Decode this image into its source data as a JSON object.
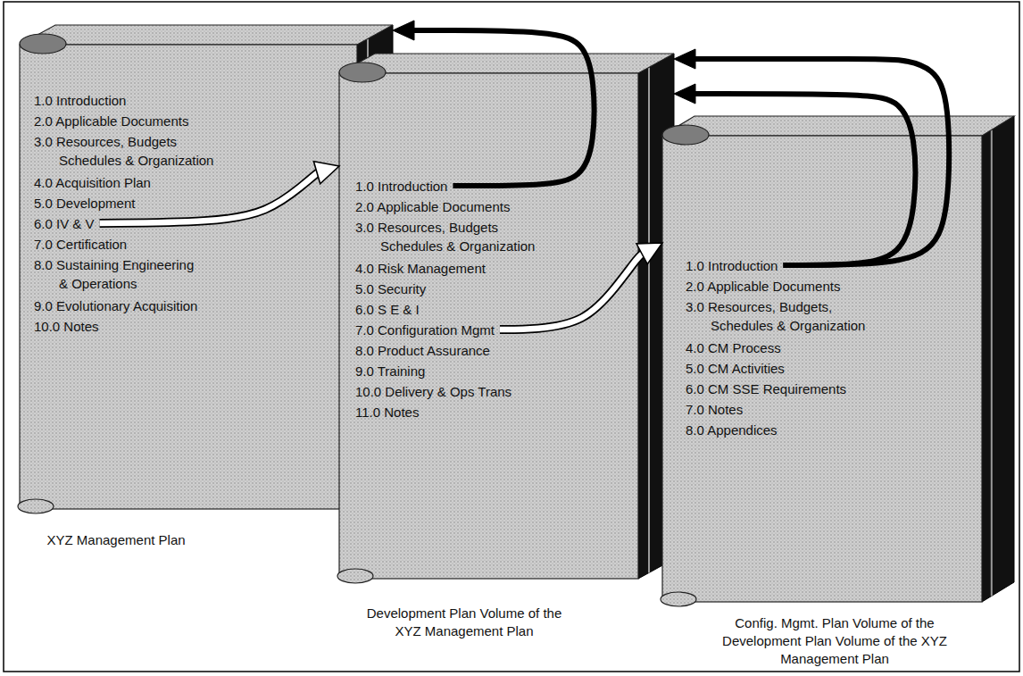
{
  "diagram": {
    "nodes": [
      {
        "text": [
          "XYZ Management Plan"
        ]
      },
      {
        "text": [
          "1.0 Introduction"
        ],
        "in": 0
      },
      {
        "text": [
          "2.0 Applicable Documents"
        ],
        "in": 0
      },
      {
        "text": [
          "3.0 Resources, Budgets Schedules & Organization"
        ],
        "in": 0
      },
      {
        "text": [
          "4.0 Acquisition Plan"
        ],
        "in": 0
      },
      {
        "text": [
          "5.0 Development"
        ],
        "in": 0
      },
      {
        "text": [
          "6.0 IV & V"
        ],
        "in": 0
      },
      {
        "text": [
          "7.0 Certification"
        ],
        "in": 0
      },
      {
        "text": [
          "8.0 Sustaining Engineering & Operations"
        ],
        "in": 0
      },
      {
        "text": [
          "9.0 Evolutionary Acquisition"
        ],
        "in": 0
      },
      {
        "text": [
          "10.0 Notes"
        ],
        "in": 0
      },
      {
        "text": [
          "Development Plan Volume of the XYZ Management Plan"
        ]
      },
      {
        "text": [
          "1.0 Introduction"
        ],
        "in": 11
      },
      {
        "text": [
          "2.0 Applicable Documents"
        ],
        "in": 11
      },
      {
        "text": [
          "3.0 Resources, Budgets Schedules & Organization"
        ],
        "in": 11
      },
      {
        "text": [
          "4.0 Risk Management"
        ],
        "in": 11
      },
      {
        "text": [
          "5.0 Security"
        ],
        "in": 11
      },
      {
        "text": [
          "6.0 S E & I"
        ],
        "in": 11
      },
      {
        "text": [
          "7.0 Configuration Mgmt"
        ],
        "in": 11
      },
      {
        "text": [
          "8.0 Product Assurance"
        ],
        "in": 11
      },
      {
        "text": [
          "9.0 Training"
        ],
        "in": 11
      },
      {
        "text": [
          "10.0 Delivery & Ops Trans"
        ],
        "in": 11
      },
      {
        "text": [
          "11.0 Notes"
        ],
        "in": 11
      },
      {
        "text": [
          "Config. Mgmt. Plan Volume of the Development Plan Volume of the XYZ Management Plan"
        ]
      },
      {
        "text": [
          "1.0 Introduction"
        ],
        "in": 23
      },
      {
        "text": [
          "2.0 Applicable Documents"
        ],
        "in": 23
      },
      {
        "text": [
          "3.0 Resources, Budgets, Schedules & Organization"
        ],
        "in": 23
      },
      {
        "text": [
          "4.0 CM Process"
        ],
        "in": 23
      },
      {
        "text": [
          "5.0 CM Activities"
        ],
        "in": 23
      },
      {
        "text": [
          "6.0 CM SSE Requirements"
        ],
        "in": 23
      },
      {
        "text": [
          "7.0 Notes"
        ],
        "in": 23
      },
      {
        "text": [
          "8.0 Appendices"
        ],
        "in": 23
      }
    ],
    "edges": [
      {
        "from": 6,
        "to": 11,
        "arrow": "to"
      },
      {
        "from": 12,
        "to": 0,
        "arrow": "to"
      },
      {
        "from": 18,
        "to": 23,
        "arrow": "to"
      },
      {
        "from": 24,
        "to": 11,
        "arrow": "to"
      },
      {
        "from": 24,
        "to": 11,
        "arrow": "to"
      }
    ]
  }
}
